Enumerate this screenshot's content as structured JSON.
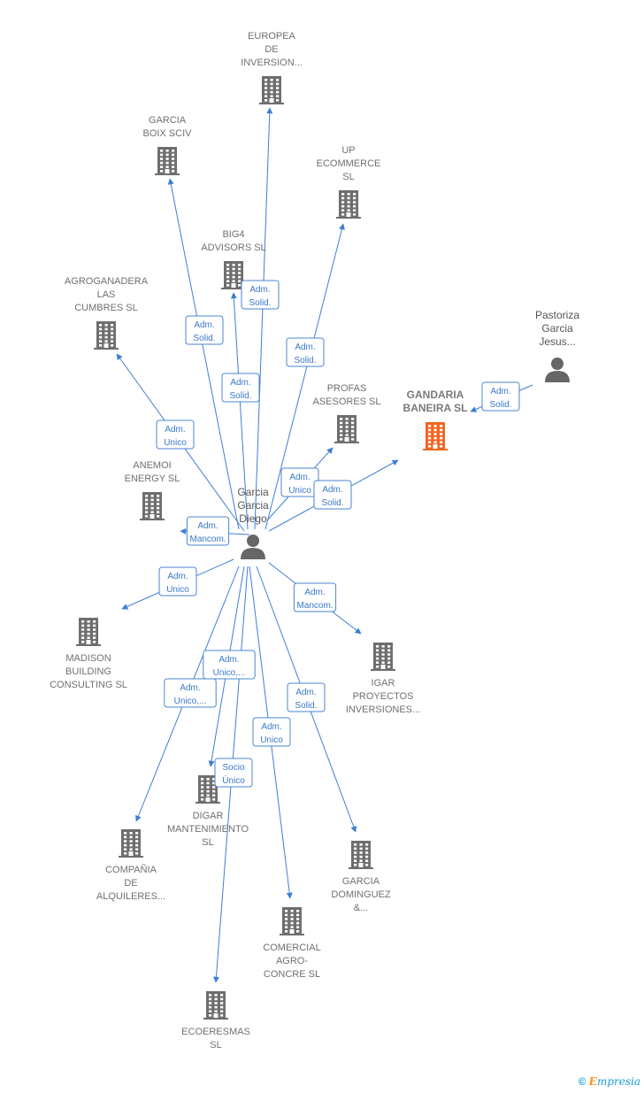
{
  "colors": {
    "edge": "#3d7fd4",
    "building": "#6e6e6e",
    "focus_building": "#f26522",
    "person": "#666666"
  },
  "nodes": [
    {
      "id": "europea",
      "type": "company",
      "label": [
        "EUROPEA",
        "DE",
        "INVERSION..."
      ]
    },
    {
      "id": "garcia_boix",
      "type": "company",
      "label": [
        "GARCIA",
        "BOIX SCIV"
      ]
    },
    {
      "id": "up_ecommerce",
      "type": "company",
      "label": [
        "UP",
        "ECOMMERCE",
        "SL"
      ]
    },
    {
      "id": "big4",
      "type": "company",
      "label": [
        "BIG4",
        "ADVISORS  SL"
      ]
    },
    {
      "id": "agroganadera",
      "type": "company",
      "label": [
        "AGROGANADERA",
        "LAS",
        "CUMBRES SL"
      ]
    },
    {
      "id": "pastoriza",
      "type": "person",
      "label": [
        "Pastoriza",
        "Garcia",
        "Jesus..."
      ]
    },
    {
      "id": "profas",
      "type": "company",
      "label": [
        "PROFAS",
        "ASESORES SL"
      ]
    },
    {
      "id": "gandaria",
      "type": "focus",
      "label": [
        "GANDARIA",
        "BANEIRA  SL"
      ]
    },
    {
      "id": "anemoi",
      "type": "company",
      "label": [
        "ANEMOI",
        "ENERGY  SL"
      ]
    },
    {
      "id": "garcia_diego",
      "type": "person",
      "label": [
        "Garcia",
        "Garcia",
        "Diego"
      ]
    },
    {
      "id": "madison",
      "type": "company",
      "label": [
        "MADISON",
        "BUILDING",
        "CONSULTING SL"
      ]
    },
    {
      "id": "igar",
      "type": "company",
      "label": [
        "IGAR",
        "PROYECTOS",
        "INVERSIONES..."
      ]
    },
    {
      "id": "digar",
      "type": "company",
      "label": [
        "DIGAR",
        "MANTENIMIENTO",
        "SL"
      ]
    },
    {
      "id": "compania",
      "type": "company",
      "label": [
        "COMPAÑIA",
        "DE",
        "ALQUILERES..."
      ]
    },
    {
      "id": "garcia_dominguez",
      "type": "company",
      "label": [
        "GARCIA",
        "DOMINGUEZ",
        "&..."
      ]
    },
    {
      "id": "comercial_agro",
      "type": "company",
      "label": [
        "COMERCIAL",
        "AGRO-",
        "CONCRE  SL"
      ]
    },
    {
      "id": "ecoeresmas",
      "type": "company",
      "label": [
        "ECOERESMAS",
        "SL"
      ]
    }
  ],
  "edges": [
    {
      "from": "garcia_diego",
      "to": "europea",
      "label": [
        "Adm.",
        "Solid."
      ]
    },
    {
      "from": "garcia_diego",
      "to": "garcia_boix",
      "label": [
        "Adm.",
        "Solid."
      ]
    },
    {
      "from": "garcia_diego",
      "to": "up_ecommerce",
      "label": [
        "Adm.",
        "Solid."
      ]
    },
    {
      "from": "garcia_diego",
      "to": "big4",
      "label": [
        "Adm.",
        "Solid."
      ]
    },
    {
      "from": "garcia_diego",
      "to": "agroganadera",
      "label": [
        "Adm.",
        "Unico"
      ]
    },
    {
      "from": "pastoriza",
      "to": "gandaria",
      "label": [
        "Adm.",
        "Solid."
      ]
    },
    {
      "from": "garcia_diego",
      "to": "profas",
      "label": [
        "Adm.",
        "Unico"
      ]
    },
    {
      "from": "garcia_diego",
      "to": "gandaria",
      "label": [
        "Adm.",
        "Solid."
      ]
    },
    {
      "from": "garcia_diego",
      "to": "anemoi",
      "label": [
        "Adm.",
        "Mancom."
      ]
    },
    {
      "from": "garcia_diego",
      "to": "madison",
      "label": [
        "Adm.",
        "Unico"
      ]
    },
    {
      "from": "garcia_diego",
      "to": "igar",
      "label": [
        "Adm.",
        "Mancom."
      ]
    },
    {
      "from": "garcia_diego",
      "to": "digar",
      "label": [
        "Adm.",
        "Unico,..."
      ]
    },
    {
      "from": "garcia_diego",
      "to": "compania",
      "label": [
        "Adm.",
        "Unico,..."
      ]
    },
    {
      "from": "garcia_diego",
      "to": "garcia_dominguez",
      "label": [
        "Adm.",
        "Solid."
      ]
    },
    {
      "from": "garcia_diego",
      "to": "comercial_agro",
      "label": [
        "Adm.",
        "Unico"
      ]
    },
    {
      "from": "garcia_diego",
      "to": "ecoeresmas",
      "label": [
        "Socio",
        "Único"
      ]
    }
  ],
  "footer": {
    "copyright": "©",
    "brand_first": "E",
    "brand_rest": "mpresia"
  }
}
